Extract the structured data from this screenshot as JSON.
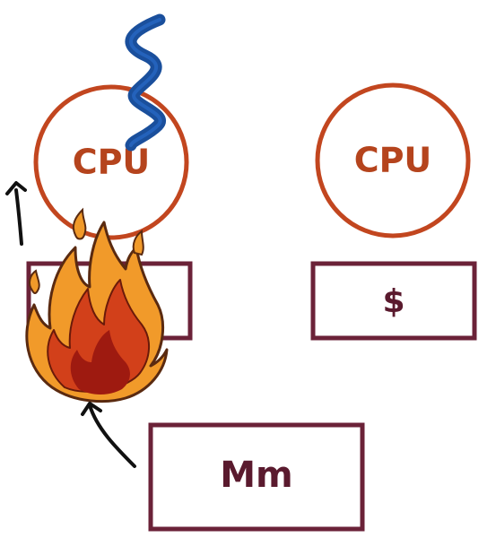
{
  "diagram": {
    "cpu_left": {
      "label": "CPU"
    },
    "cpu_right": {
      "label": "CPU"
    },
    "cache_right": {
      "label": "$"
    },
    "memory": {
      "label": "Mm"
    },
    "colors": {
      "cpu_ring": "#c2461f",
      "cpu_text": "#b5441d",
      "box_border": "#6b2238",
      "box_text": "#5a1a2e",
      "squiggle": "#1a4f9c",
      "flame_outer": "#f19a2a",
      "flame_inner": "#d2401a",
      "flame_core": "#9e1a10"
    },
    "icons": [
      "squiggle-icon",
      "fire-icon",
      "arrow-icon"
    ]
  }
}
